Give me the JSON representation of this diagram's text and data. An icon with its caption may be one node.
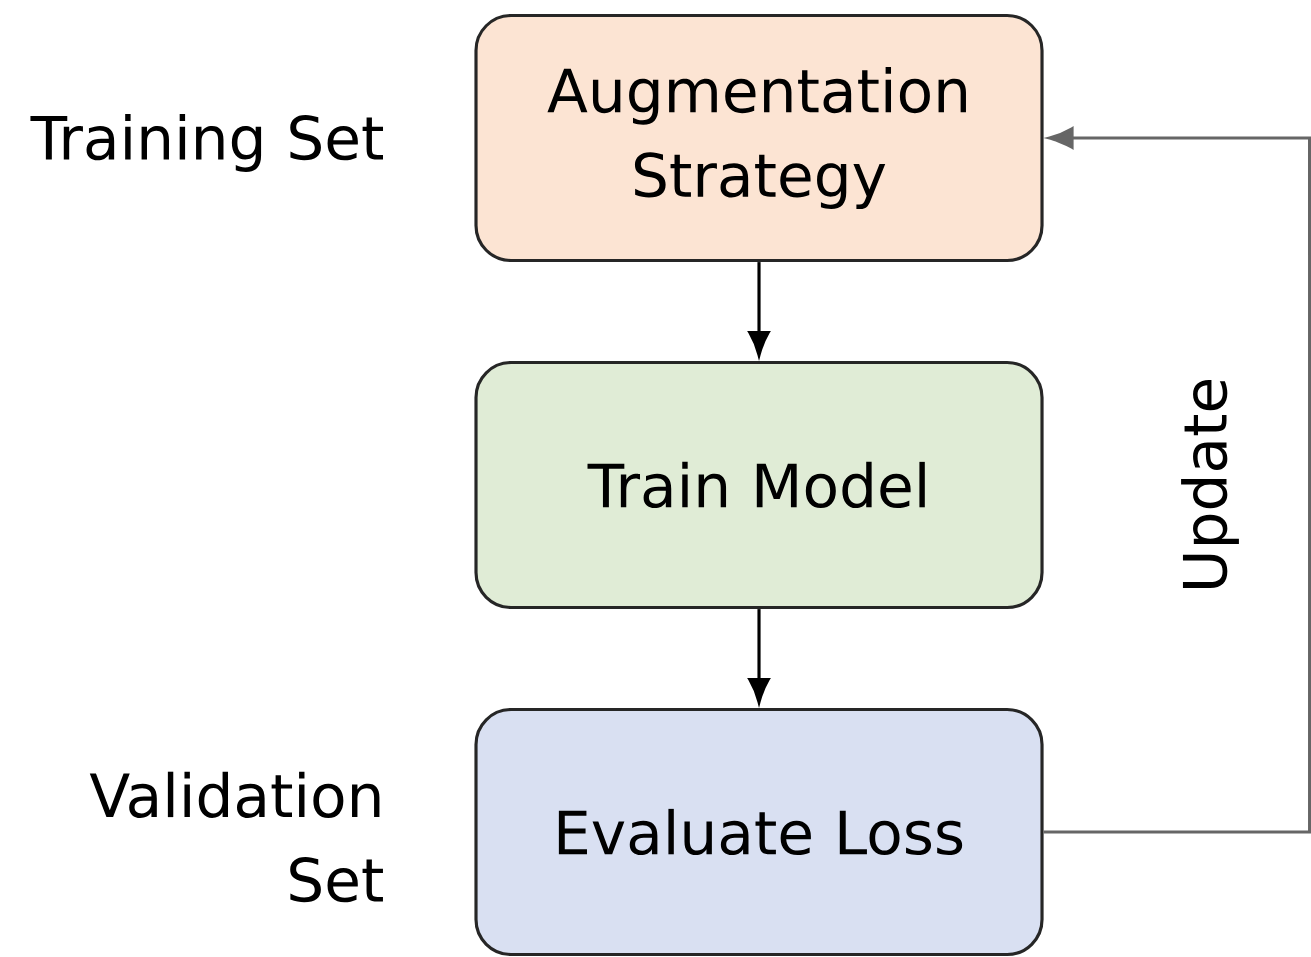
{
  "diagram": {
    "nodes": [
      {
        "text": [
          "Augmentation Strategy"
        ],
        "beside": [
          "Training Set"
        ]
      },
      {
        "text": [
          "Train Model"
        ]
      },
      {
        "text": [
          "Evaluate Loss"
        ],
        "beside": [
          "Validation Set"
        ]
      }
    ],
    "edges": [
      {
        "from": 0,
        "to": 1,
        "arrow": "to"
      },
      {
        "from": 1,
        "to": 2,
        "arrow": "to"
      },
      {
        "from": 2,
        "to": 0,
        "arrow": "to",
        "label": "Update",
        "color": "#666666"
      }
    ]
  }
}
